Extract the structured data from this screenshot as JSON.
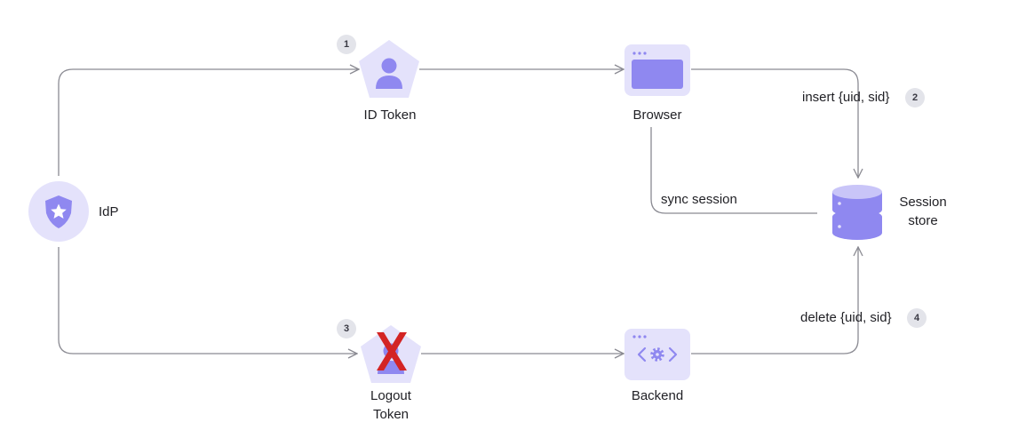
{
  "nodes": {
    "idp": {
      "label": "IdP",
      "icon": "shield-star-icon"
    },
    "id_token": {
      "label": "ID Token",
      "icon": "user-badge-icon"
    },
    "browser": {
      "label": "Browser",
      "icon": "browser-window-icon"
    },
    "session_store": {
      "label_line1": "Session",
      "label_line2": "store",
      "icon": "database-icon"
    },
    "logout_token": {
      "label_line1": "Logout",
      "label_line2": "Token",
      "icon": "user-badge-crossed-icon"
    },
    "backend": {
      "label": "Backend",
      "icon": "code-gear-window-icon"
    }
  },
  "edges": {
    "insert": {
      "label": "insert {uid, sid}",
      "step": "2"
    },
    "sync": {
      "label": "sync session"
    },
    "delete": {
      "label": "delete {uid, sid}",
      "step": "4"
    }
  },
  "steps": {
    "id_token": "1",
    "logout_token": "3"
  },
  "colors": {
    "node_fill": "#e4e2fb",
    "icon_fill": "#8f88f0",
    "icon_light": "#c9c5f8",
    "line": "#8a8a92",
    "cross": "#d32424",
    "badge_bg": "#e3e4ea"
  }
}
